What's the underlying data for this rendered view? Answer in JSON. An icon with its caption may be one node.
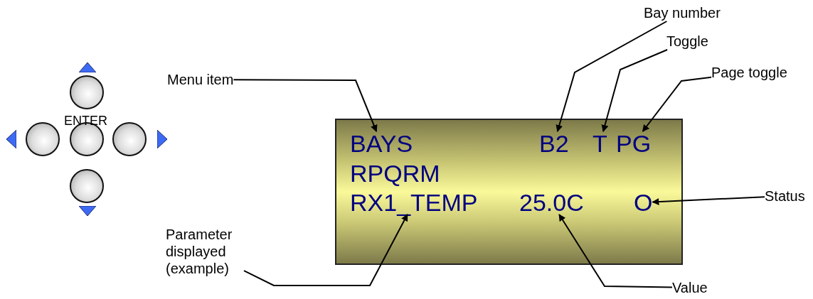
{
  "diagram": {
    "nodes": [
      {
        "text": [
          "Menu item"
        ]
      },
      {
        "text": [
          "Bay number"
        ]
      },
      {
        "text": [
          "Toggle"
        ]
      },
      {
        "text": [
          "Page toggle"
        ]
      },
      {
        "text": [],
        "shape": "box"
      },
      {
        "text": [
          "BAYS"
        ],
        "in": 4
      },
      {
        "text": [
          "B2"
        ],
        "in": 4
      },
      {
        "text": [
          "T"
        ],
        "in": 4
      },
      {
        "text": [
          "PG"
        ],
        "in": 4
      },
      {
        "text": [
          "RPQRM"
        ],
        "in": 4
      },
      {
        "text": [
          "RX1_TEMP"
        ],
        "in": 4
      },
      {
        "text": [
          "25.0C"
        ],
        "in": 4
      },
      {
        "text": [
          "O"
        ],
        "in": 4
      },
      {
        "text": [
          "Status"
        ]
      },
      {
        "text": [
          "Parameter displayed (example)"
        ]
      },
      {
        "text": [
          "Value"
        ]
      },
      {
        "text": [],
        "shape": "circle"
      },
      {
        "text": [],
        "shape": "circle"
      },
      {
        "text": [
          "ENTER"
        ]
      },
      {
        "text": [],
        "shape": "circle"
      },
      {
        "text": [],
        "shape": "circle"
      }
    ],
    "edges": [
      {
        "from": 0,
        "to": 5,
        "arrow": "to"
      },
      {
        "from": 1,
        "to": 6,
        "arrow": "to"
      },
      {
        "from": 2,
        "to": 7,
        "arrow": "to"
      },
      {
        "from": 3,
        "to": 8,
        "arrow": "to"
      },
      {
        "from": 13,
        "to": 12,
        "arrow": "to"
      },
      {
        "from": 14,
        "to": 10,
        "arrow": "to"
      },
      {
        "from": 15,
        "to": 11,
        "arrow": "to"
      }
    ]
  }
}
